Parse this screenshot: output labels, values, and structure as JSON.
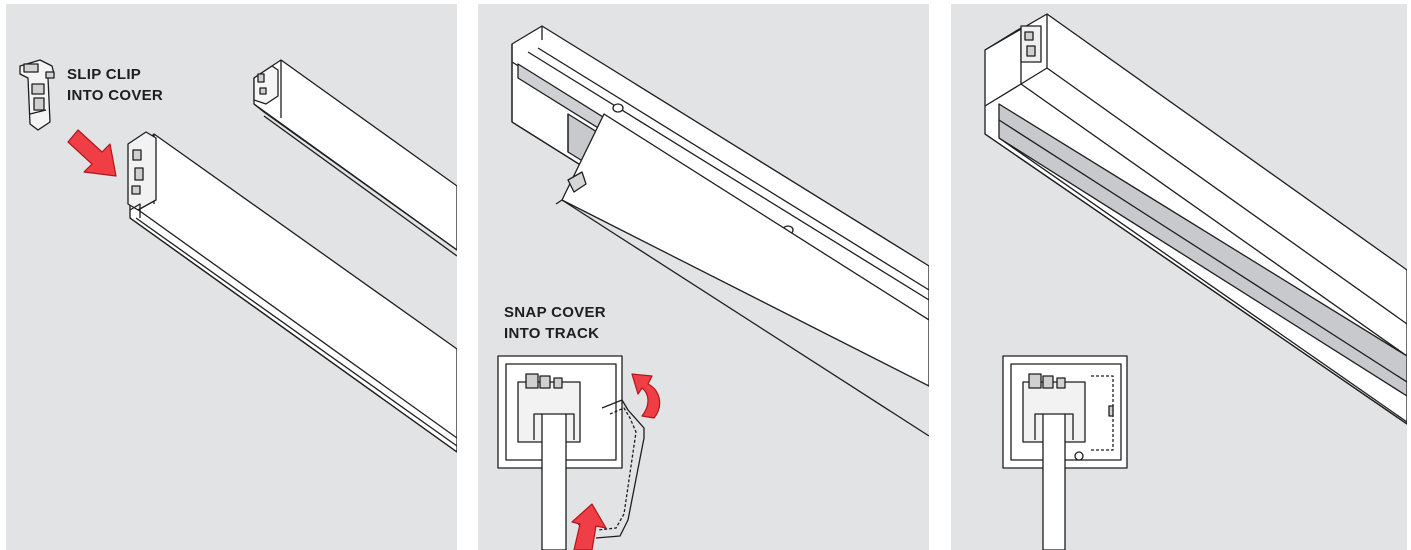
{
  "steps": [
    {
      "label_lines": [
        "SLIP CLIP",
        "INTO COVER"
      ]
    },
    {
      "label_lines": [
        "SNAP COVER",
        "INTO TRACK"
      ]
    },
    {
      "label_lines": []
    }
  ],
  "colors": {
    "panel_background": "#e2e3e5",
    "line_art": "#1e1e1e",
    "arrow_fill": "#ef3e45",
    "arrow_stroke": "#b3151c",
    "lens_gray": "#c8c9cc"
  }
}
